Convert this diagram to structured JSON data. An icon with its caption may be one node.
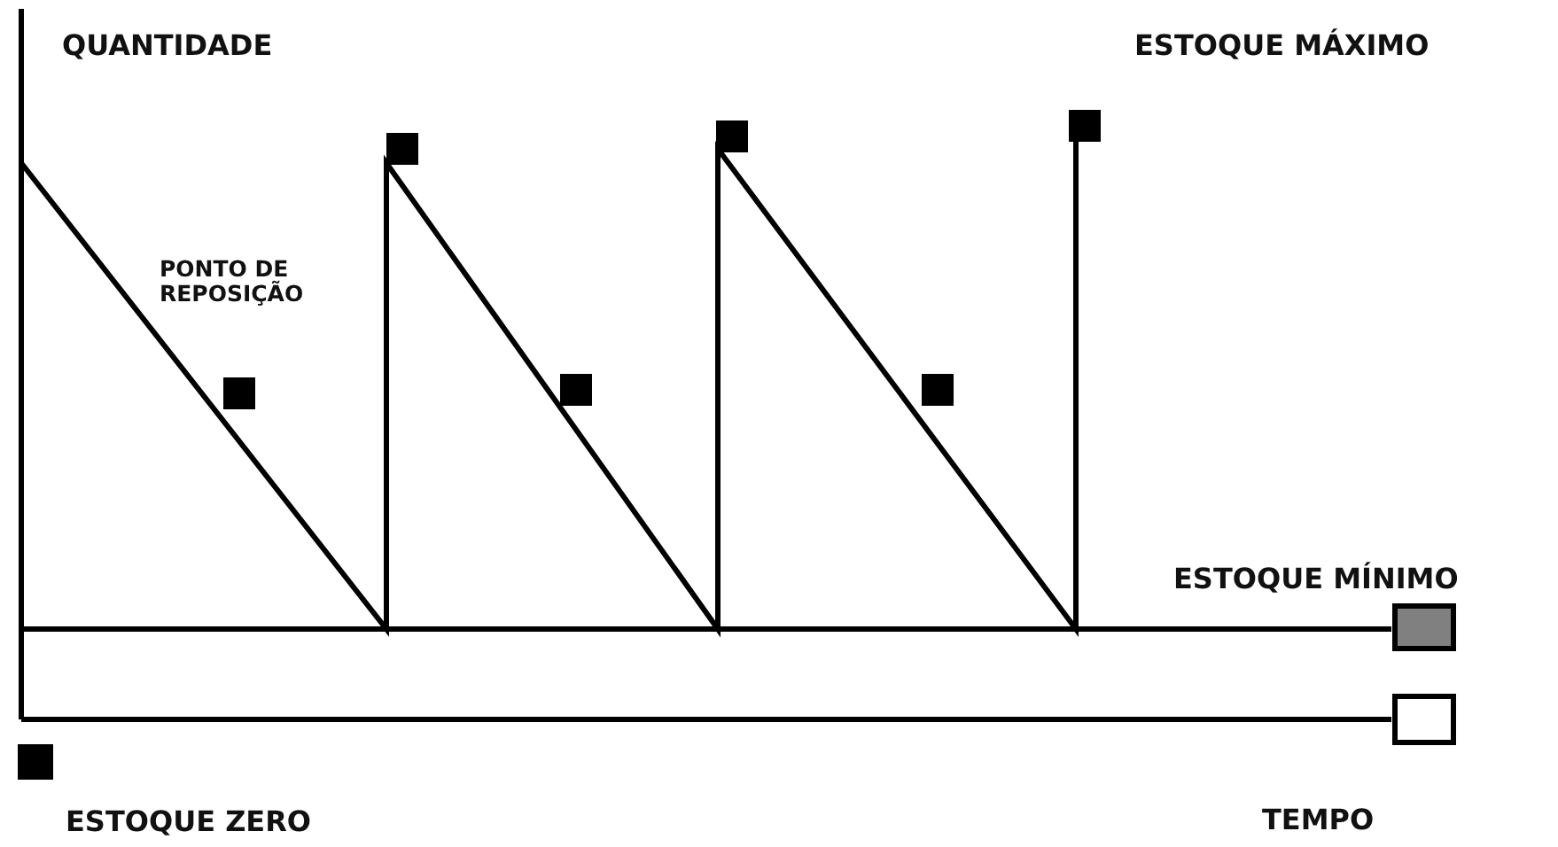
{
  "diagram": {
    "labels": [
      "QUANTIDADE",
      "ESTOQUE MÁXIMO",
      "PONTO DE REPOSIÇÃO",
      "ESTOQUE MÍNIMO",
      "ESTOQUE ZERO",
      "TEMPO"
    ]
  }
}
